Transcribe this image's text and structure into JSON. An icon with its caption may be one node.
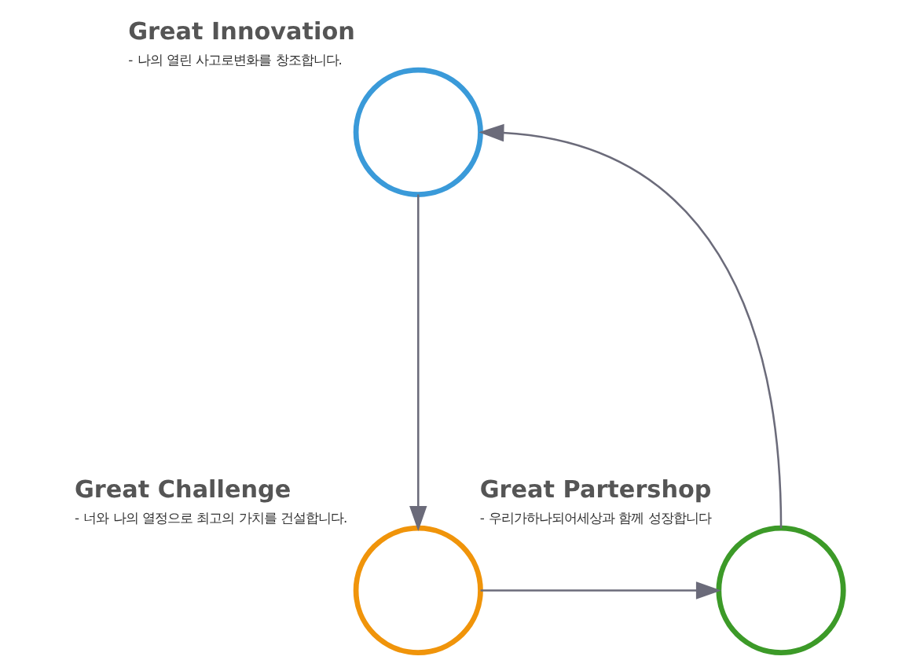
{
  "diagram": {
    "nodes": [
      {
        "text": [
          "Great Innovation",
          "- 나의 열린 사고로변화를 창조합니다."
        ]
      },
      {
        "text": [
          "Great Challenge",
          "- 너와 나의 열정으로 최고의 가치를 건설합니다."
        ]
      },
      {
        "text": [
          "Great Partershop",
          "- 우리가하나되어세상과 함께 성장합니다"
        ]
      }
    ],
    "edges": [
      {
        "from": 0,
        "to": 1,
        "arrow": "to"
      },
      {
        "from": 2,
        "to": 0,
        "arrow": "to"
      },
      {
        "from": 1,
        "to": 2,
        "arrow": "to"
      }
    ]
  }
}
